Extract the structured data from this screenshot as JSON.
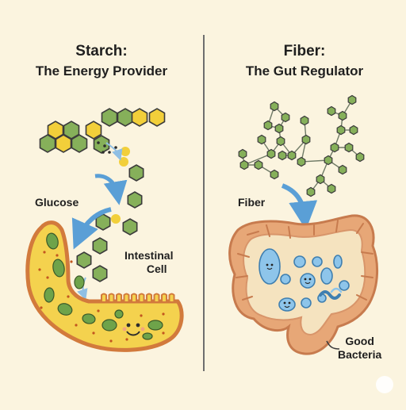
{
  "left": {
    "title_line1": "Starch:",
    "title_line2": "The Energy Provider",
    "label_glucose": "Glucose",
    "label_cell_line1": "Intestinal",
    "label_cell_line2": "Cell"
  },
  "right": {
    "title_line1": "Fiber:",
    "title_line2": "The Gut Regulator",
    "label_fiber": "Fiber",
    "label_bacteria_line1": "Good",
    "label_bacteria_line2": "Bacteria"
  },
  "colors": {
    "background": "#fbf4df",
    "hex_green": "#86b05a",
    "hex_yellow": "#f2cf3a",
    "cell_body": "#f4d24e",
    "cell_border": "#d27a3c",
    "organelle": "#6ea34a",
    "arrow_blue": "#5a9fd6",
    "gut": "#e7a777",
    "gut_lumen": "#f5e3bf",
    "bacteria": "#8ec5ea",
    "fiber_node": "#86b05a",
    "fiber_line": "#6f7a66"
  }
}
